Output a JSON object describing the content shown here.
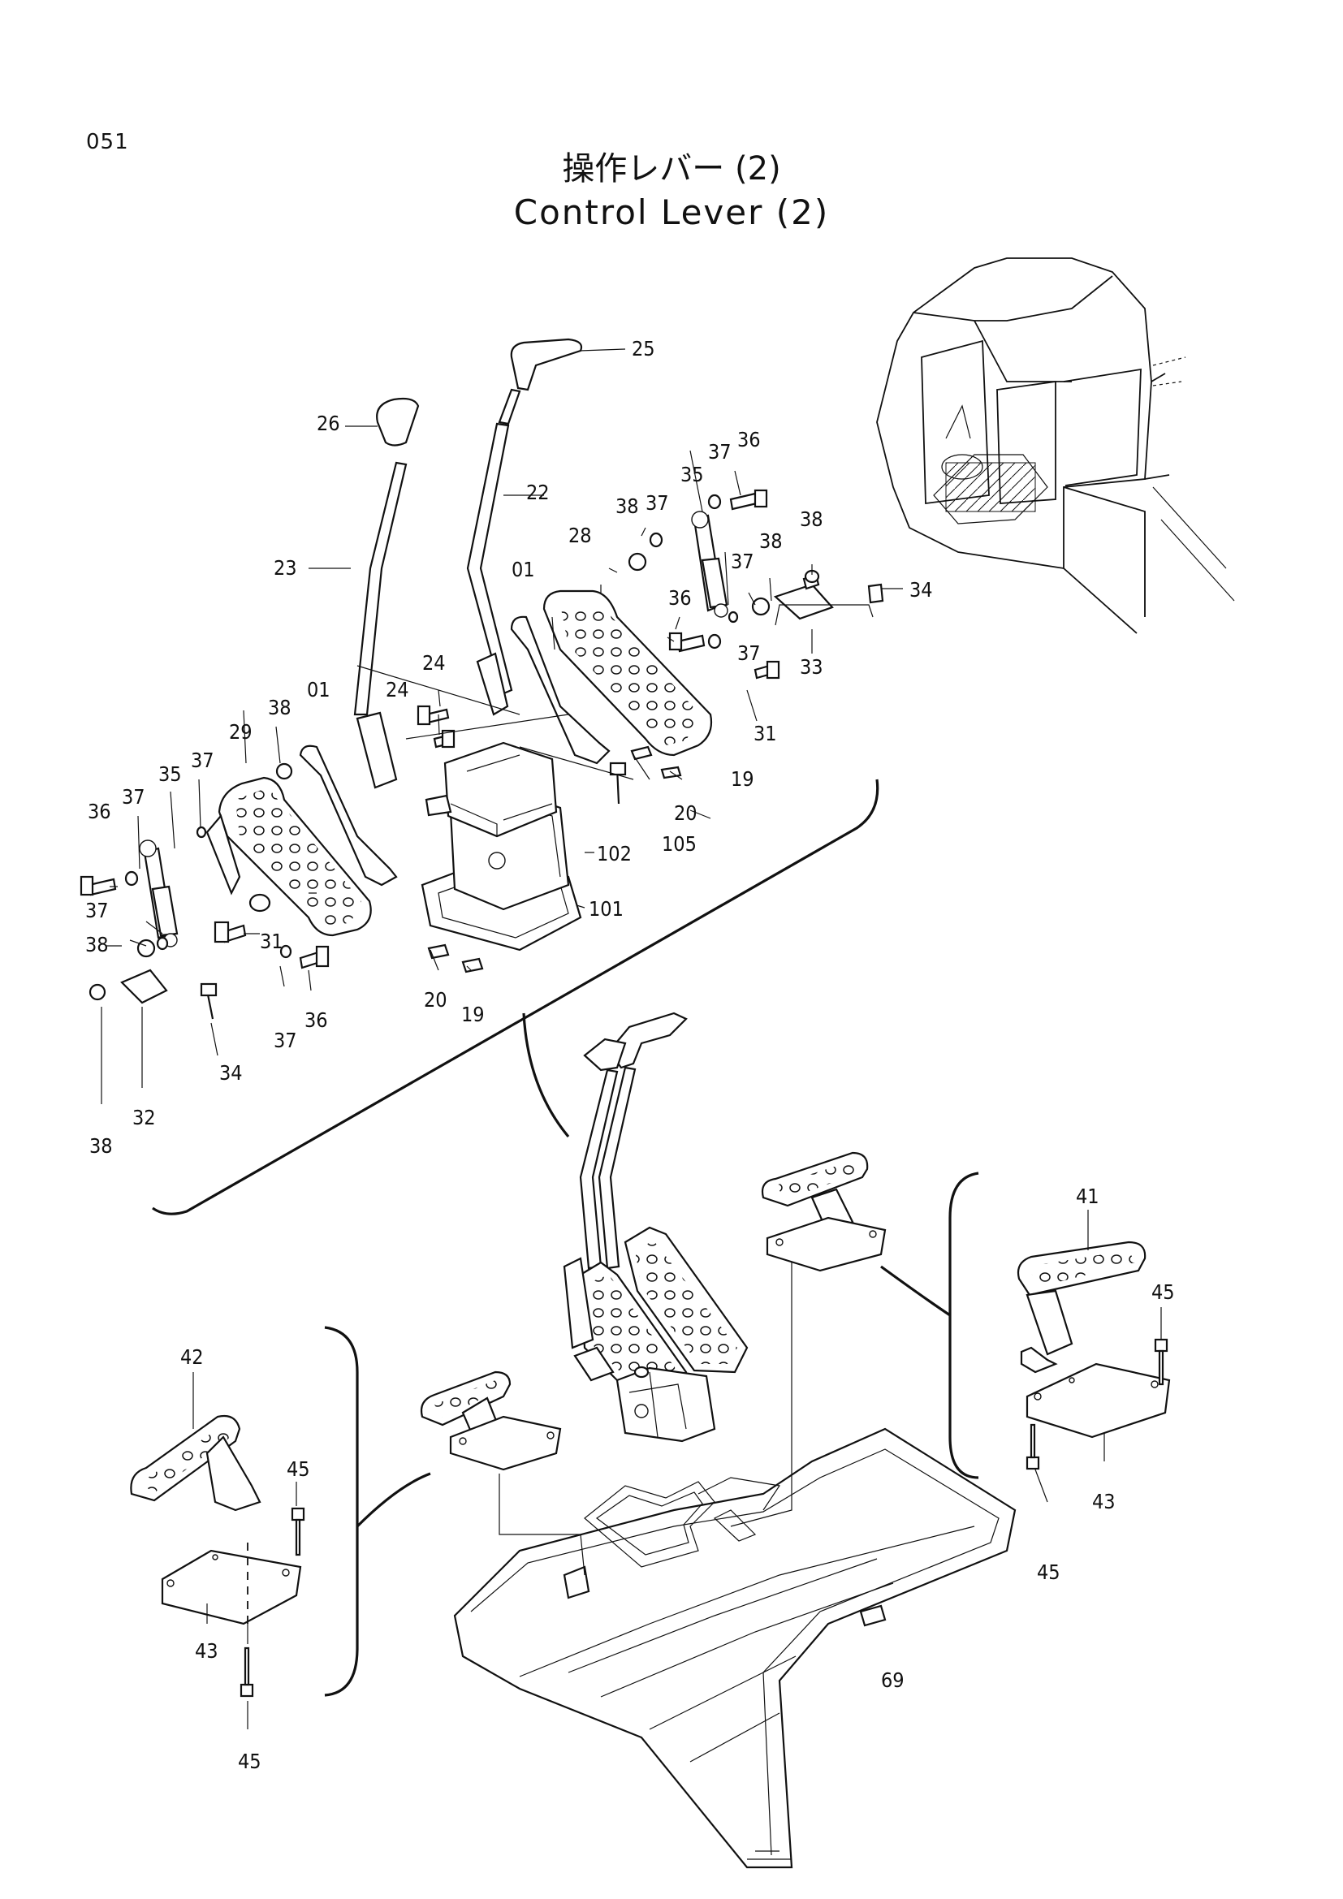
{
  "header": {
    "page_number": "051",
    "title_jp": "操作レバー (2)",
    "title_en": "Control Lever (2)"
  },
  "callouts": {
    "c01a": "01",
    "c01b": "01",
    "c19a": "19",
    "c19b": "19",
    "c20a": "20",
    "c20b": "20",
    "c22": "22",
    "c23": "23",
    "c24a": "24",
    "c24b": "24",
    "c25": "25",
    "c26": "26",
    "c28": "28",
    "c29": "29",
    "c31a": "31",
    "c31b": "31",
    "c32": "32",
    "c33": "33",
    "c34a": "34",
    "c34b": "34",
    "c35a": "35",
    "c35b": "35",
    "c36a": "36",
    "c36b": "36",
    "c36c": "36",
    "c36d": "36",
    "c37a": "37",
    "c37b": "37",
    "c37c": "37",
    "c37d": "37",
    "c37e": "37",
    "c37f": "37",
    "c37g": "37",
    "c37h": "37",
    "c38a": "38",
    "c38b": "38",
    "c38c": "38",
    "c38d": "38",
    "c38e": "38",
    "c38f": "38",
    "c41": "41",
    "c42": "42",
    "c43a": "43",
    "c43b": "43",
    "c45a": "45",
    "c45b": "45",
    "c45c": "45",
    "c45d": "45",
    "c69": "69",
    "c101": "101",
    "c102": "102",
    "c105": "105"
  },
  "icons": [
    "cab-icon",
    "lever-icon",
    "pedal-icon",
    "damper-icon",
    "valve-icon",
    "floor-plate-icon",
    "bolt-icon"
  ]
}
